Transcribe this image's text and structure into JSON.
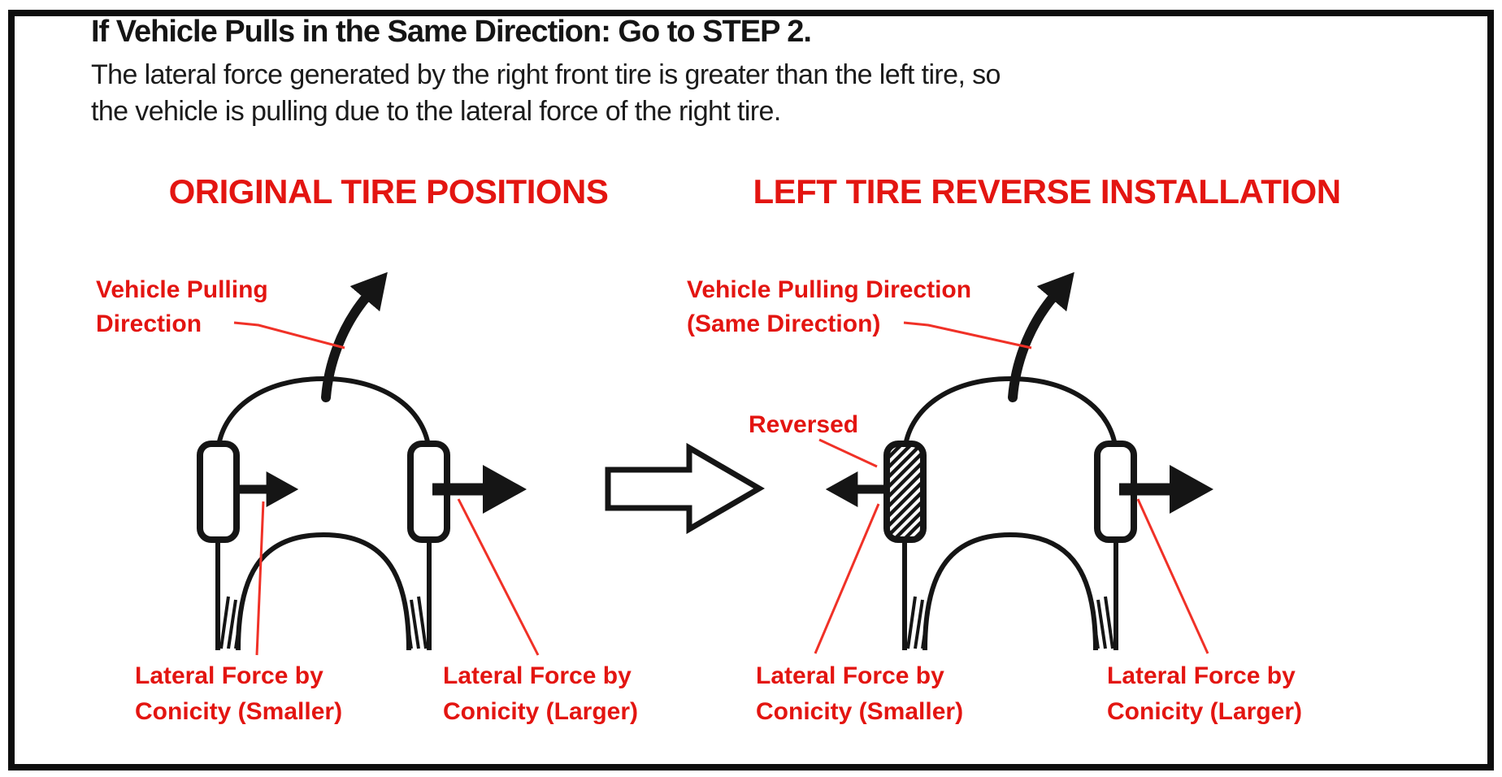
{
  "header": {
    "title": "If Vehicle Pulls in the Same Direction: Go to STEP 2.",
    "body_line1": "The lateral force generated by the right front tire is greater than the left tire, so",
    "body_line2": "the vehicle is pulling due to the lateral force of the right tire."
  },
  "colors": {
    "accent_red_text": "#e31511",
    "leader_red": "#f03127",
    "ink_black": "#151515"
  },
  "left_panel": {
    "heading": "ORIGINAL TIRE POSITIONS",
    "labels": {
      "pulling_line1": "Vehicle Pulling",
      "pulling_line2": "Direction",
      "force_smaller_line1": "Lateral Force by",
      "force_smaller_line2": "Conicity (Smaller)",
      "force_larger_line1": "Lateral Force by",
      "force_larger_line2": "Conicity (Larger)"
    }
  },
  "right_panel": {
    "heading": "LEFT TIRE REVERSE INSTALLATION",
    "labels": {
      "pulling_line1": "Vehicle Pulling Direction",
      "pulling_line2": "(Same Direction)",
      "reversed": "Reversed",
      "force_smaller_line1": "Lateral Force by",
      "force_smaller_line2": "Conicity (Smaller)",
      "force_larger_line1": "Lateral Force by",
      "force_larger_line2": "Conicity (Larger)"
    }
  }
}
